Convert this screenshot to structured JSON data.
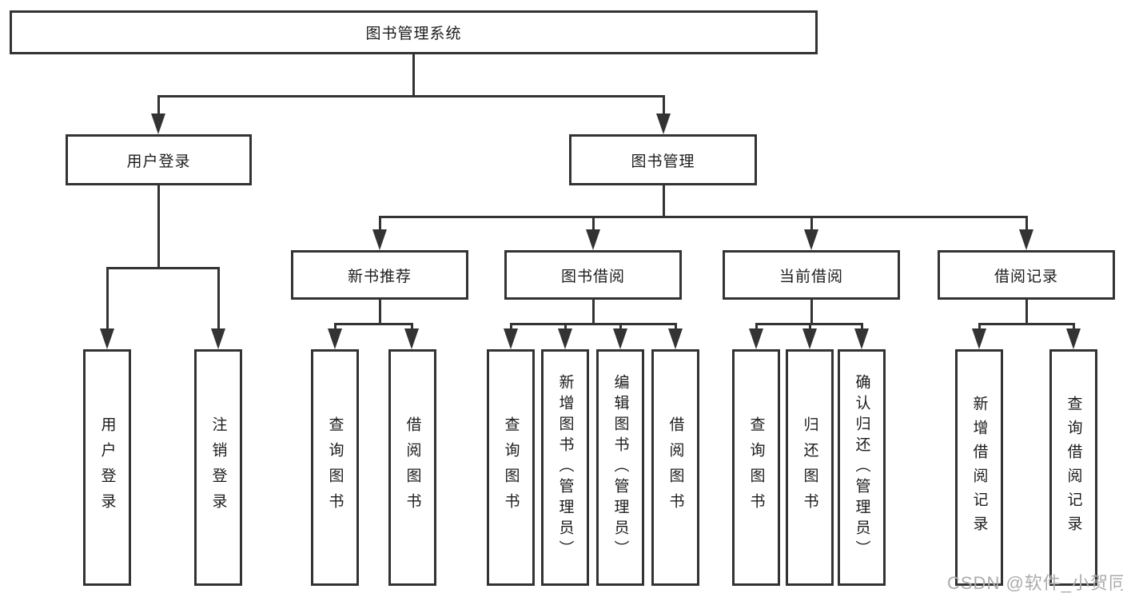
{
  "diagram": {
    "root": "图书管理系统",
    "branches": [
      {
        "label": "用户登录",
        "children": [
          {
            "label": "用户登录"
          },
          {
            "label": "注销登录"
          }
        ]
      },
      {
        "label": "图书管理",
        "children": [
          {
            "label": "新书推荐",
            "children": [
              {
                "label": "查询图书"
              },
              {
                "label": "借阅图书"
              }
            ]
          },
          {
            "label": "图书借阅",
            "children": [
              {
                "label": "查询图书"
              },
              {
                "label": "新增图书（管理员）"
              },
              {
                "label": "编辑图书（管理员）"
              },
              {
                "label": "借阅图书"
              }
            ]
          },
          {
            "label": "当前借阅",
            "children": [
              {
                "label": "查询图书"
              },
              {
                "label": "归还图书"
              },
              {
                "label": "确认归还（管理员）"
              }
            ]
          },
          {
            "label": "借阅记录",
            "children": [
              {
                "label": "新增借阅记录"
              },
              {
                "label": "查询借阅记录"
              }
            ]
          }
        ]
      }
    ]
  },
  "watermark": {
    "text": "CSDN @软件_小贺同学"
  },
  "colors": {
    "line": "#333333",
    "box_background": "#ffffff",
    "text": "#1c1c1c",
    "watermark": "#acacac"
  }
}
